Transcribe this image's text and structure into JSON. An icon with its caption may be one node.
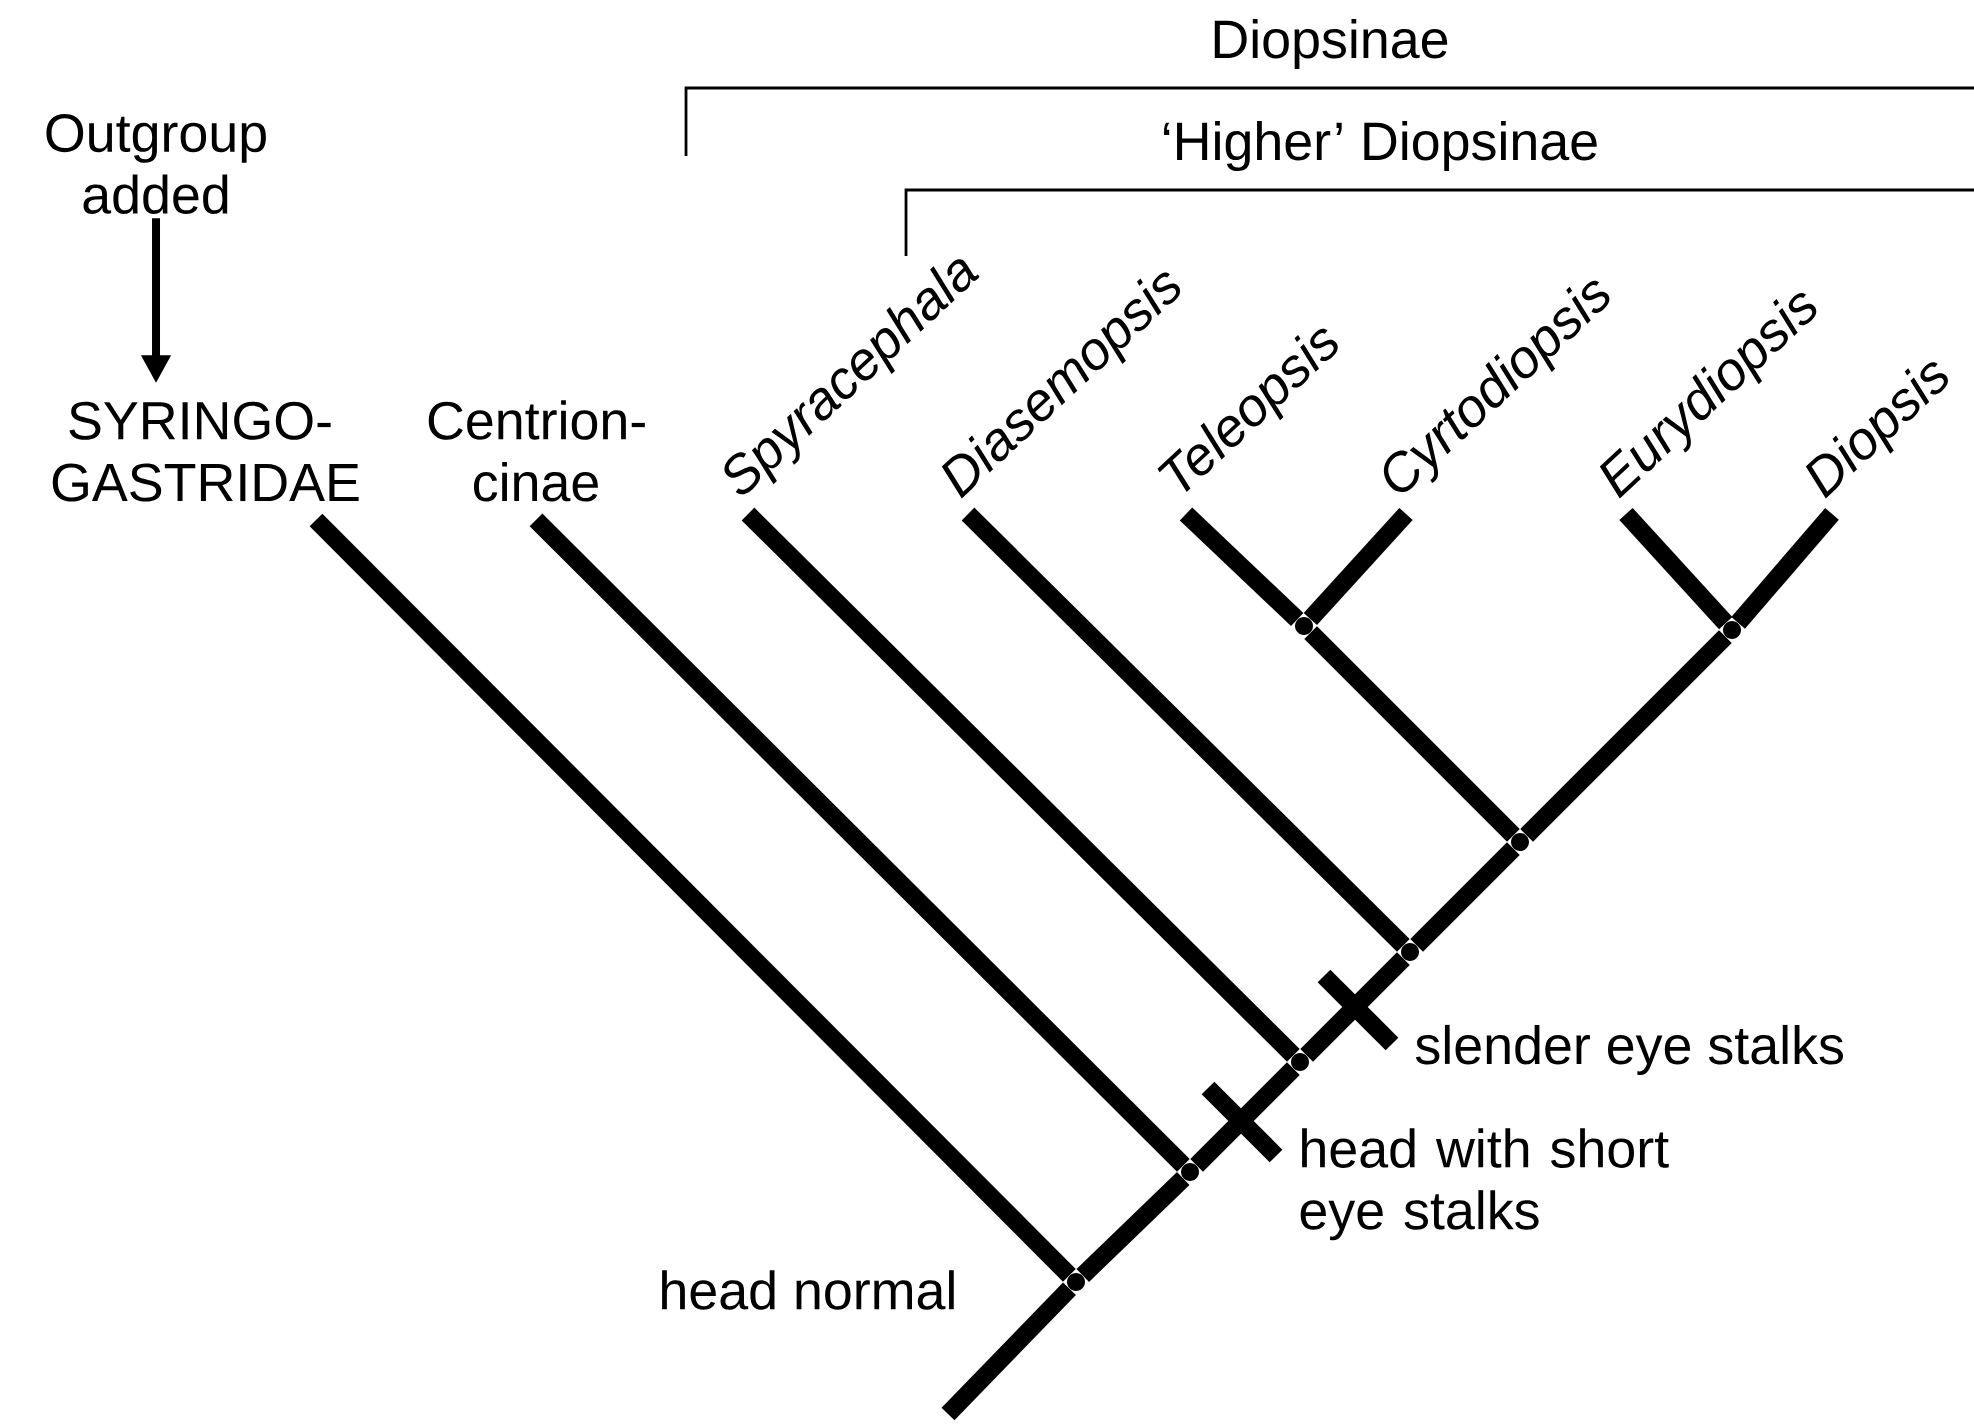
{
  "diagram": {
    "nodes": [
      {
        "text": [
          "Outgroup added"
        ]
      },
      {
        "text": [
          "SYRINGO-GASTRIDAE"
        ]
      },
      {
        "text": [
          "Centrion-cinae"
        ]
      },
      {
        "text": [
          "Spyracephala"
        ]
      },
      {
        "text": [
          "Diasemopsis"
        ]
      },
      {
        "text": [
          "Teleopsis"
        ]
      },
      {
        "text": [
          "Cyrtodiopsis"
        ]
      },
      {
        "text": [
          "Eurydiopsis"
        ]
      },
      {
        "text": [
          "Diopsis"
        ]
      },
      {
        "text": [],
        "shape": "point"
      },
      {
        "text": [],
        "shape": "point"
      },
      {
        "text": [],
        "shape": "point"
      },
      {
        "text": [],
        "shape": "point"
      },
      {
        "text": [],
        "shape": "point"
      },
      {
        "text": [],
        "shape": "point"
      },
      {
        "text": [],
        "shape": "point"
      }
    ],
    "edges": [
      {
        "from": 0,
        "to": 1,
        "arrow": "to"
      },
      {
        "from": null,
        "to": 9,
        "arrow": "none"
      },
      {
        "from": 9,
        "to": 1,
        "arrow": "none"
      },
      {
        "from": 9,
        "to": 10,
        "arrow": "none"
      },
      {
        "from": 10,
        "to": 2,
        "arrow": "none"
      },
      {
        "from": 10,
        "to": 11,
        "arrow": "none"
      },
      {
        "from": 11,
        "to": 3,
        "arrow": "none"
      },
      {
        "from": 11,
        "to": 12,
        "arrow": "none"
      },
      {
        "from": 12,
        "to": 4,
        "arrow": "none"
      },
      {
        "from": 12,
        "to": 13,
        "arrow": "none"
      },
      {
        "from": 13,
        "to": 14,
        "arrow": "none"
      },
      {
        "from": 14,
        "to": 5,
        "arrow": "none"
      },
      {
        "from": 14,
        "to": 6,
        "arrow": "none"
      },
      {
        "from": 13,
        "to": 15,
        "arrow": "none"
      },
      {
        "from": 15,
        "to": 7,
        "arrow": "none"
      },
      {
        "from": 15,
        "to": 8,
        "arrow": "none"
      }
    ],
    "labels": [
      "Diopsinae",
      "‘Higher’ Diopsinae",
      "slender eye stalks",
      "head with short eye stalks",
      "head normal"
    ]
  }
}
